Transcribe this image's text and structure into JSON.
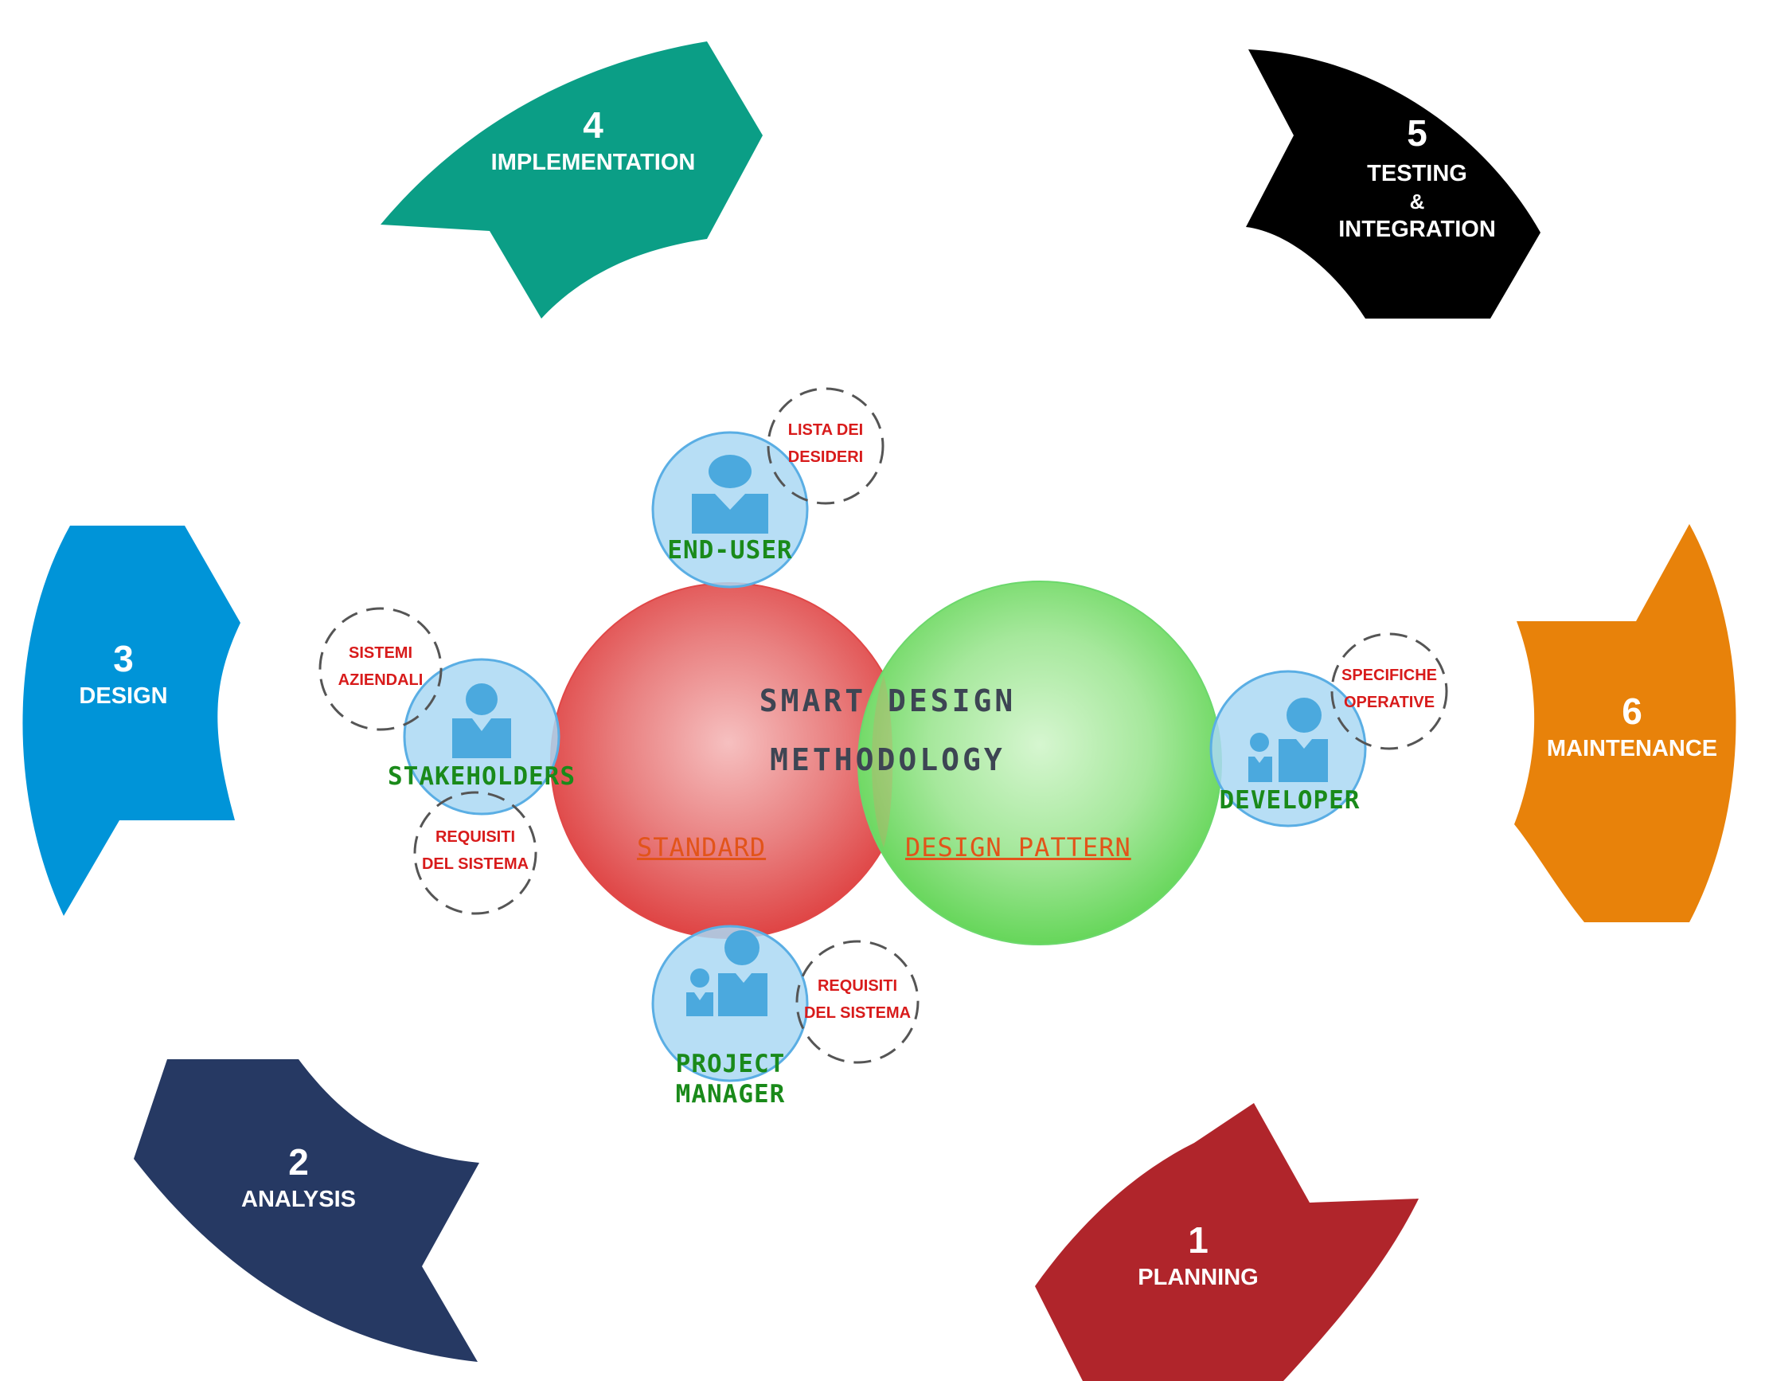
{
  "phases": [
    {
      "id": "planning",
      "number": "1",
      "name": "PLANNING",
      "color": "#b0252b"
    },
    {
      "id": "analysis",
      "number": "2",
      "name": "ANALYSIS",
      "color": "#263963"
    },
    {
      "id": "design",
      "number": "3",
      "name": "DESIGN",
      "color": "#0094d8"
    },
    {
      "id": "implementation",
      "number": "4",
      "name": "IMPLEMENTATION",
      "color": "#0b9e86"
    },
    {
      "id": "testing",
      "number": "5",
      "name_lines": [
        "TESTING",
        "&",
        "INTEGRATION"
      ],
      "color": "#000000"
    },
    {
      "id": "maintenance",
      "number": "6",
      "name": "MAINTENANCE",
      "color": "#e8820a"
    }
  ],
  "center": {
    "title_line1": "SMART  DESIGN",
    "title_line2": "METHODOLOGY",
    "left_label": "STANDARD",
    "right_label": "DESIGN PATTERN",
    "left_color": "#e04848",
    "right_color": "#6cd86c"
  },
  "roles": {
    "end_user": {
      "label": "END-USER",
      "note_lines": [
        "LISTA DEI",
        "DESIDERI"
      ]
    },
    "stakeholders": {
      "label": "STAKEHOLDERS",
      "note_top_lines": [
        "SISTEMI",
        "AZIENDALI"
      ],
      "note_bottom_lines": [
        "REQUISITI",
        "DEL SISTEMA"
      ]
    },
    "developer": {
      "label": "DEVELOPER",
      "note_lines": [
        "SPECIFICHE",
        "OPERATIVE"
      ]
    },
    "project_manager": {
      "label_lines": [
        "PROJECT",
        "MANAGER"
      ],
      "note_lines": [
        "REQUISITI",
        "DEL SISTEMA"
      ]
    }
  }
}
